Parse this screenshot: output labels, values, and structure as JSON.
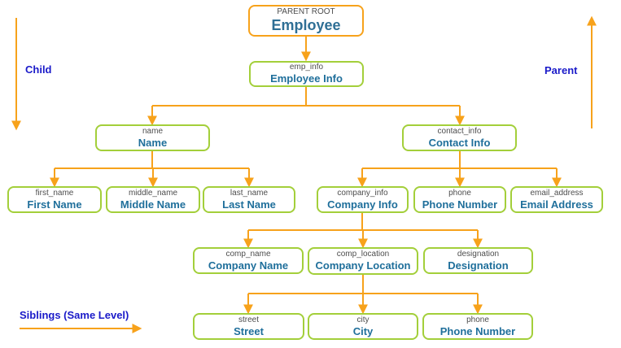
{
  "colors": {
    "connector": "#f7a21b",
    "node_border": "#a3cf3a",
    "root_border": "#f7a21b",
    "label_text": "#1f6f9b",
    "legend_text": "#1a1ac9"
  },
  "legend": {
    "child": "Child",
    "parent": "Parent",
    "siblings": "Siblings (Same Level)"
  },
  "tree": {
    "root": {
      "key": "PARENT ROOT",
      "label": "Employee"
    },
    "emp_info": {
      "key": "emp_info",
      "label": "Employee Info"
    },
    "name": {
      "key": "name",
      "label": "Name"
    },
    "contact_info": {
      "key": "contact_info",
      "label": "Contact Info"
    },
    "first_name": {
      "key": "first_name",
      "label": "First Name"
    },
    "middle_name": {
      "key": "middle_name",
      "label": "Middle Name"
    },
    "last_name": {
      "key": "last_name",
      "label": "Last Name"
    },
    "company_info": {
      "key": "company_info",
      "label": "Company Info"
    },
    "phone": {
      "key": "phone",
      "label": "Phone Number"
    },
    "email_address": {
      "key": "email_address",
      "label": "Email Address"
    },
    "comp_name": {
      "key": "comp_name",
      "label": "Company Name"
    },
    "comp_location": {
      "key": "comp_location",
      "label": "Company Location"
    },
    "designation": {
      "key": "designation",
      "label": "Designation"
    },
    "street": {
      "key": "street",
      "label": "Street"
    },
    "city": {
      "key": "city",
      "label": "City"
    },
    "loc_phone": {
      "key": "phone",
      "label": "Phone Number"
    }
  }
}
